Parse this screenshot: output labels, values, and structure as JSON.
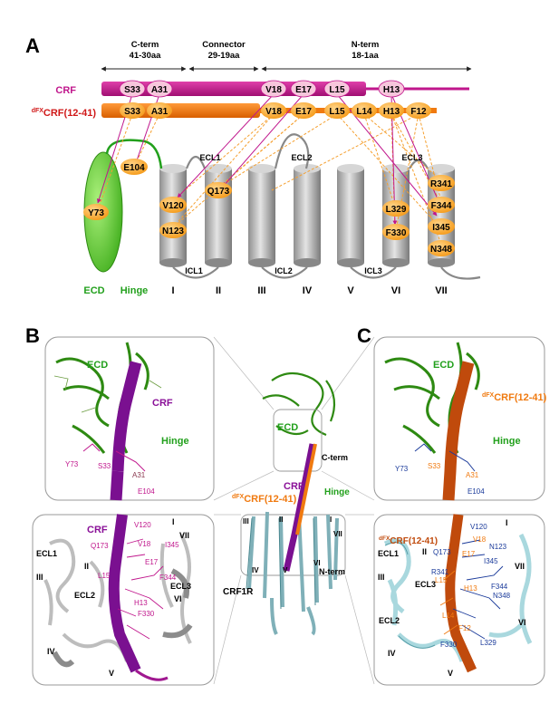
{
  "panel_a": {
    "label": "A",
    "regions": [
      {
        "name": "C-term",
        "range": "41-30aa"
      },
      {
        "name": "Connector",
        "range": "29-19aa"
      },
      {
        "name": "N-term",
        "range": "18-1aa"
      }
    ],
    "peptide_crf": "CRF",
    "peptide_dfx_sup": "dFX",
    "peptide_dfx_main": "CRF(12-41)",
    "crf_residues": [
      "S33",
      "A31",
      "V18",
      "E17",
      "L15",
      "H13"
    ],
    "dfx_residues": [
      "S33",
      "A31",
      "V18",
      "E17",
      "L15",
      "L14",
      "H13",
      "F12"
    ],
    "receptor_residues": [
      "E104",
      "Y73",
      "V120",
      "N123",
      "Q173",
      "L329",
      "F330",
      "R341",
      "F344",
      "I345",
      "N348"
    ],
    "loops": [
      "ECL1",
      "ECL2",
      "ECL3",
      "ICL1",
      "ICL2",
      "ICL3"
    ],
    "helices": [
      "I",
      "II",
      "III",
      "IV",
      "V",
      "VI",
      "VII"
    ],
    "domains": {
      "ecd": "ECD",
      "hinge": "Hinge"
    },
    "colors": {
      "crf": "#c0168c",
      "dfx": "#f07a10",
      "ecd": "#66cc33",
      "hinge": "#22a01c",
      "residue_fill": "#ffb040",
      "crf_residue_fill": "#f7c6dc"
    }
  },
  "panel_b": {
    "label": "B",
    "top": {
      "ecd": "ECD",
      "peptide": "CRF",
      "hinge": "Hinge",
      "residues": [
        "Y73",
        "S33",
        "A31",
        "E104"
      ]
    },
    "bottom": {
      "peptide": "CRF",
      "residues": [
        "V120",
        "Q173",
        "V18",
        "I345",
        "E17",
        "F344",
        "L15",
        "H13",
        "F330"
      ],
      "labels": [
        "I",
        "II",
        "VII",
        "ECL1",
        "III",
        "ECL2",
        "ECL3",
        "VI",
        "IV",
        "V"
      ]
    }
  },
  "panel_c": {
    "label": "C",
    "top": {
      "ecd": "ECD",
      "peptide_sup": "dFX",
      "peptide_main": "CRF(12-41)",
      "hinge": "Hinge",
      "residues": [
        "Y73",
        "S33",
        "A31",
        "E104"
      ]
    },
    "bottom": {
      "peptide_sup": "dFX",
      "peptide_main": "CRF(12-41)",
      "residues": [
        "Q173",
        "V120",
        "V18",
        "E17",
        "N123",
        "I345",
        "R341",
        "L15",
        "H13",
        "F344",
        "N348",
        "L14",
        "F12",
        "F330",
        "L329"
      ],
      "labels": [
        "I",
        "II",
        "VII",
        "ECL1",
        "III",
        "ECL3",
        "ECL2",
        "VI",
        "IV",
        "V"
      ]
    }
  },
  "center": {
    "ecd": "ECD",
    "c_term": "C-term",
    "crf": "CRF",
    "dfx_sup": "dFX",
    "dfx_main": "CRF(12-41)",
    "hinge": "Hinge",
    "receptor": "CRF1R",
    "n_term": "N-term",
    "helices": [
      "III",
      "II",
      "I",
      "VII",
      "IV",
      "V",
      "VI"
    ]
  }
}
